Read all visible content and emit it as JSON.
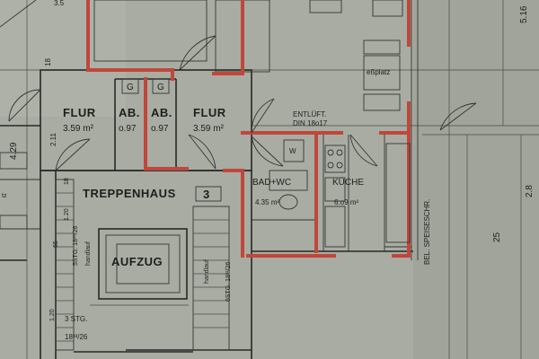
{
  "dims": {
    "top_left": "3.5",
    "left_18": "18",
    "left_211": "2.11",
    "left_429": "4.29",
    "vert_120": "1.20",
    "vert_18": "18",
    "vert_65": "65",
    "vert_120b": "1.20",
    "right_516": "5.16",
    "right_25": "25",
    "right_28": "2.8"
  },
  "rooms": {
    "flur_left": {
      "name": "FLUR",
      "area": "3.59",
      "unit": "m²"
    },
    "ab_1": {
      "name": "AB.",
      "area": "o.97"
    },
    "ab_2": {
      "name": "AB.",
      "area": "o.97"
    },
    "g_1": "G",
    "g_2": "G",
    "flur_right": {
      "name": "FLUR",
      "area": "3.59",
      "unit": "m²"
    },
    "entlueft": {
      "name": "ENTLÜFT.",
      "size": "DIN 18o17"
    },
    "essplatz": "eßplatz",
    "treppenhaus": {
      "name": "TREPPENHAUS",
      "num": "3"
    },
    "bad": {
      "name": "BAD+WC",
      "area": "4.35",
      "unit": "m²"
    },
    "kueche": {
      "name": "KÜCHE",
      "area": "6.o9",
      "unit": "m²"
    },
    "w": "W",
    "aufzug": "AUFZUG",
    "speise": "BEL. SPEISESCHR.",
    "stair_left_a": "5STG. 18³³/26",
    "stair_left_b": "handlauf",
    "stair_right_a": "handlauf",
    "stair_right_b": "6STG. 18³³/26",
    "stair_bottom_a": "3 STG.",
    "stair_bottom_b": "18³³/26",
    "left_partial": "tz"
  }
}
